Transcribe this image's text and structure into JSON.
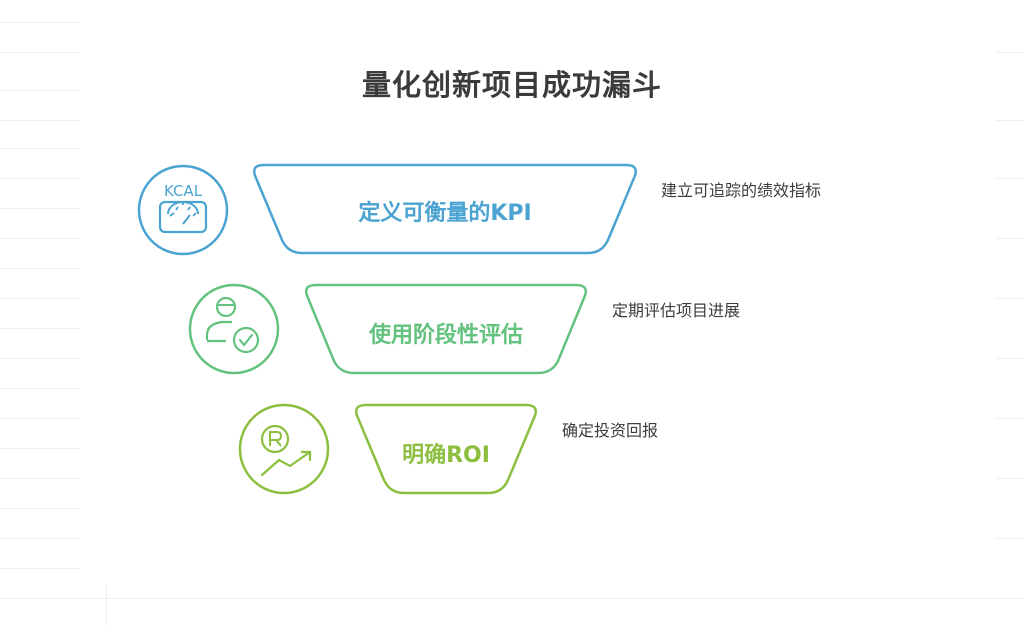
{
  "title": "量化创新项目成功漏斗",
  "stages": [
    {
      "label": "定义可衡量的KPI",
      "description": "建立可追踪的绩效指标",
      "icon": "kcal-scale-icon",
      "icon_text": "KCAL",
      "color": "#4aa3d1"
    },
    {
      "label": "使用阶段性评估",
      "description": "定期评估项目进展",
      "icon": "user-check-icon",
      "color": "#62c27e"
    },
    {
      "label": "明确ROI",
      "description": "确定投资回报",
      "icon": "roi-growth-icon",
      "color": "#8cbf3f"
    }
  ]
}
